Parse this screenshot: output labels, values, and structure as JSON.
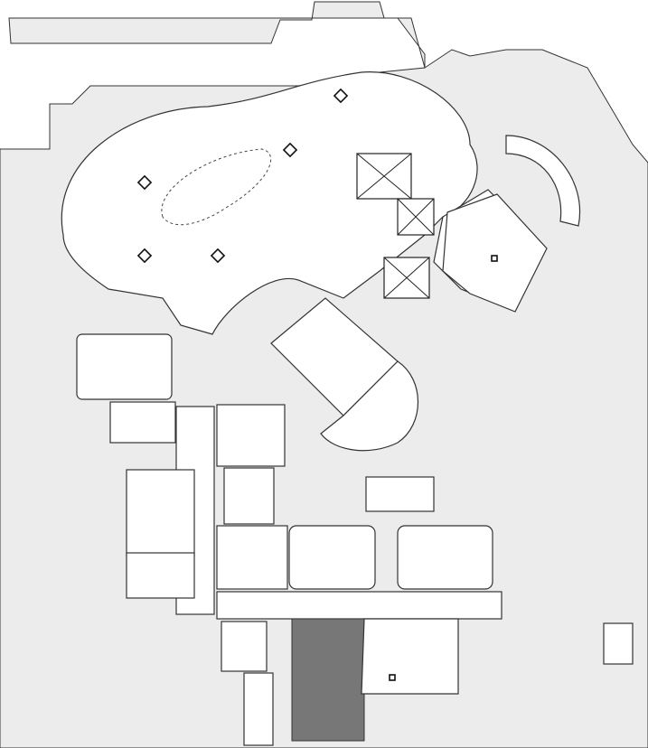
{
  "map": {
    "colors": {
      "background": "#ffffff",
      "floor_fill": "#ececec",
      "room_fill": "#ffffff",
      "highlight_fill": "#777777",
      "wall_stroke": "#333333"
    },
    "highlighted_room": "dark-room-south",
    "rooms": [
      {
        "id": "atrium",
        "state": "normal"
      },
      {
        "id": "dark-room-south",
        "state": "highlighted"
      },
      {
        "id": "room-south-east",
        "state": "normal",
        "marker": "pillar"
      },
      {
        "id": "room-north-east",
        "state": "normal",
        "marker": "pillar"
      }
    ]
  }
}
